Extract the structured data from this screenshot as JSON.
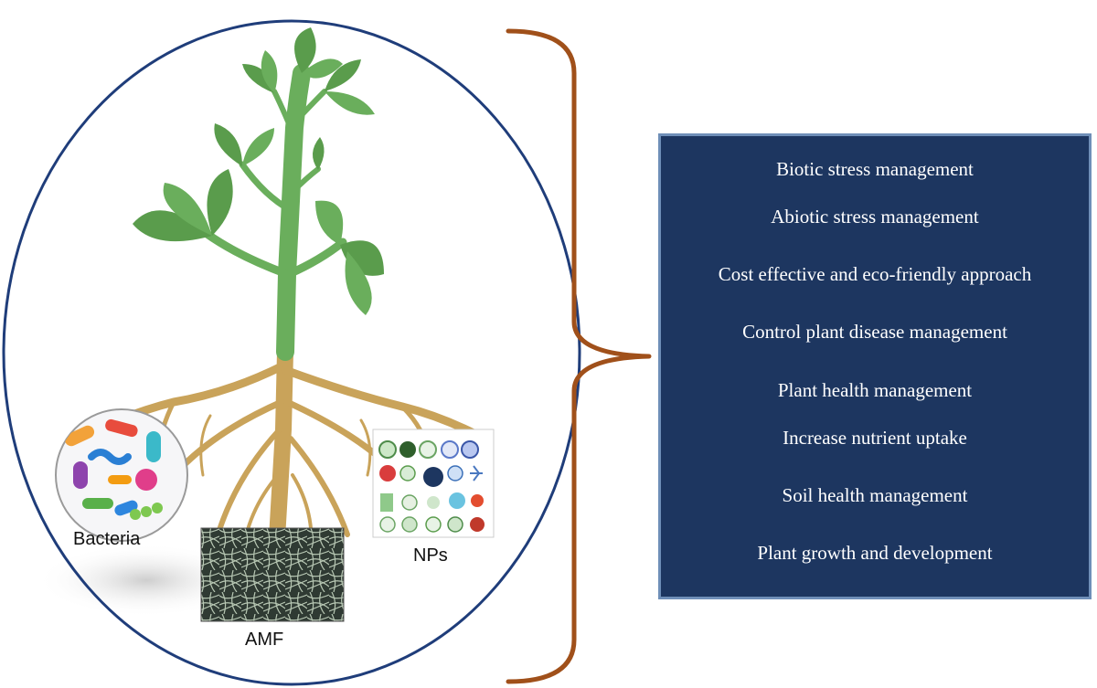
{
  "colors": {
    "ellipse_stroke": "#1f3d7a",
    "bracket": "#a0501a",
    "stem": "#6aae5c",
    "leaf": "#5a9c4c",
    "root": "#c9a35a",
    "box_fill": "#1d3660",
    "box_border": "#6f8fb8",
    "benefit_text": "#ffffff"
  },
  "labels": {
    "bacteria": "Bacteria",
    "amf": "AMF",
    "nps": "NPs"
  },
  "benefits": [
    "Biotic stress management",
    "Abiotic stress management",
    "Cost effective and eco-friendly approach",
    "Control plant disease management",
    "Plant health management",
    "Increase nutrient uptake",
    "Soil health management",
    "Plant growth and development"
  ],
  "icons": {
    "plant": "plant-illustration",
    "bacteria": "bacteria-cluster-icon",
    "amf": "fungal-hyphae-photo",
    "nps": "nanoparticle-types-chart"
  }
}
